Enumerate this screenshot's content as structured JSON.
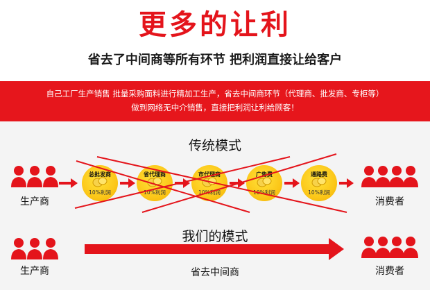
{
  "header": {
    "title": "更多的让利",
    "subtitle": "省去了中间商等所有环节 把利润直接让给客户"
  },
  "banner": {
    "line1": "自己工厂生产销售  批量采购面料进行精加工生产，省去中间商环节（代理商、批发商、专柜等）",
    "line2": "做到网络无中介销售，直接把利润让利给顾客！"
  },
  "traditional": {
    "title": "传统模式",
    "producer_label": "生产商",
    "consumer_label": "消费者",
    "steps": [
      {
        "name": "总批发商",
        "margin": "10%利润"
      },
      {
        "name": "省代理商",
        "margin": "10%利润"
      },
      {
        "name": "市代理商",
        "margin": "10%利润"
      },
      {
        "name": "广告费",
        "margin": "10%利润"
      },
      {
        "name": "通路费",
        "margin": "10%利润"
      }
    ]
  },
  "ours": {
    "title": "我们的模式",
    "producer_label": "生产商",
    "consumer_label": "消费者",
    "arrow_label": "省去中间商"
  },
  "colors": {
    "brand_red": "#e4141b",
    "coin_yellow": "#fcc719",
    "background_gray": "#f4f4f4"
  }
}
